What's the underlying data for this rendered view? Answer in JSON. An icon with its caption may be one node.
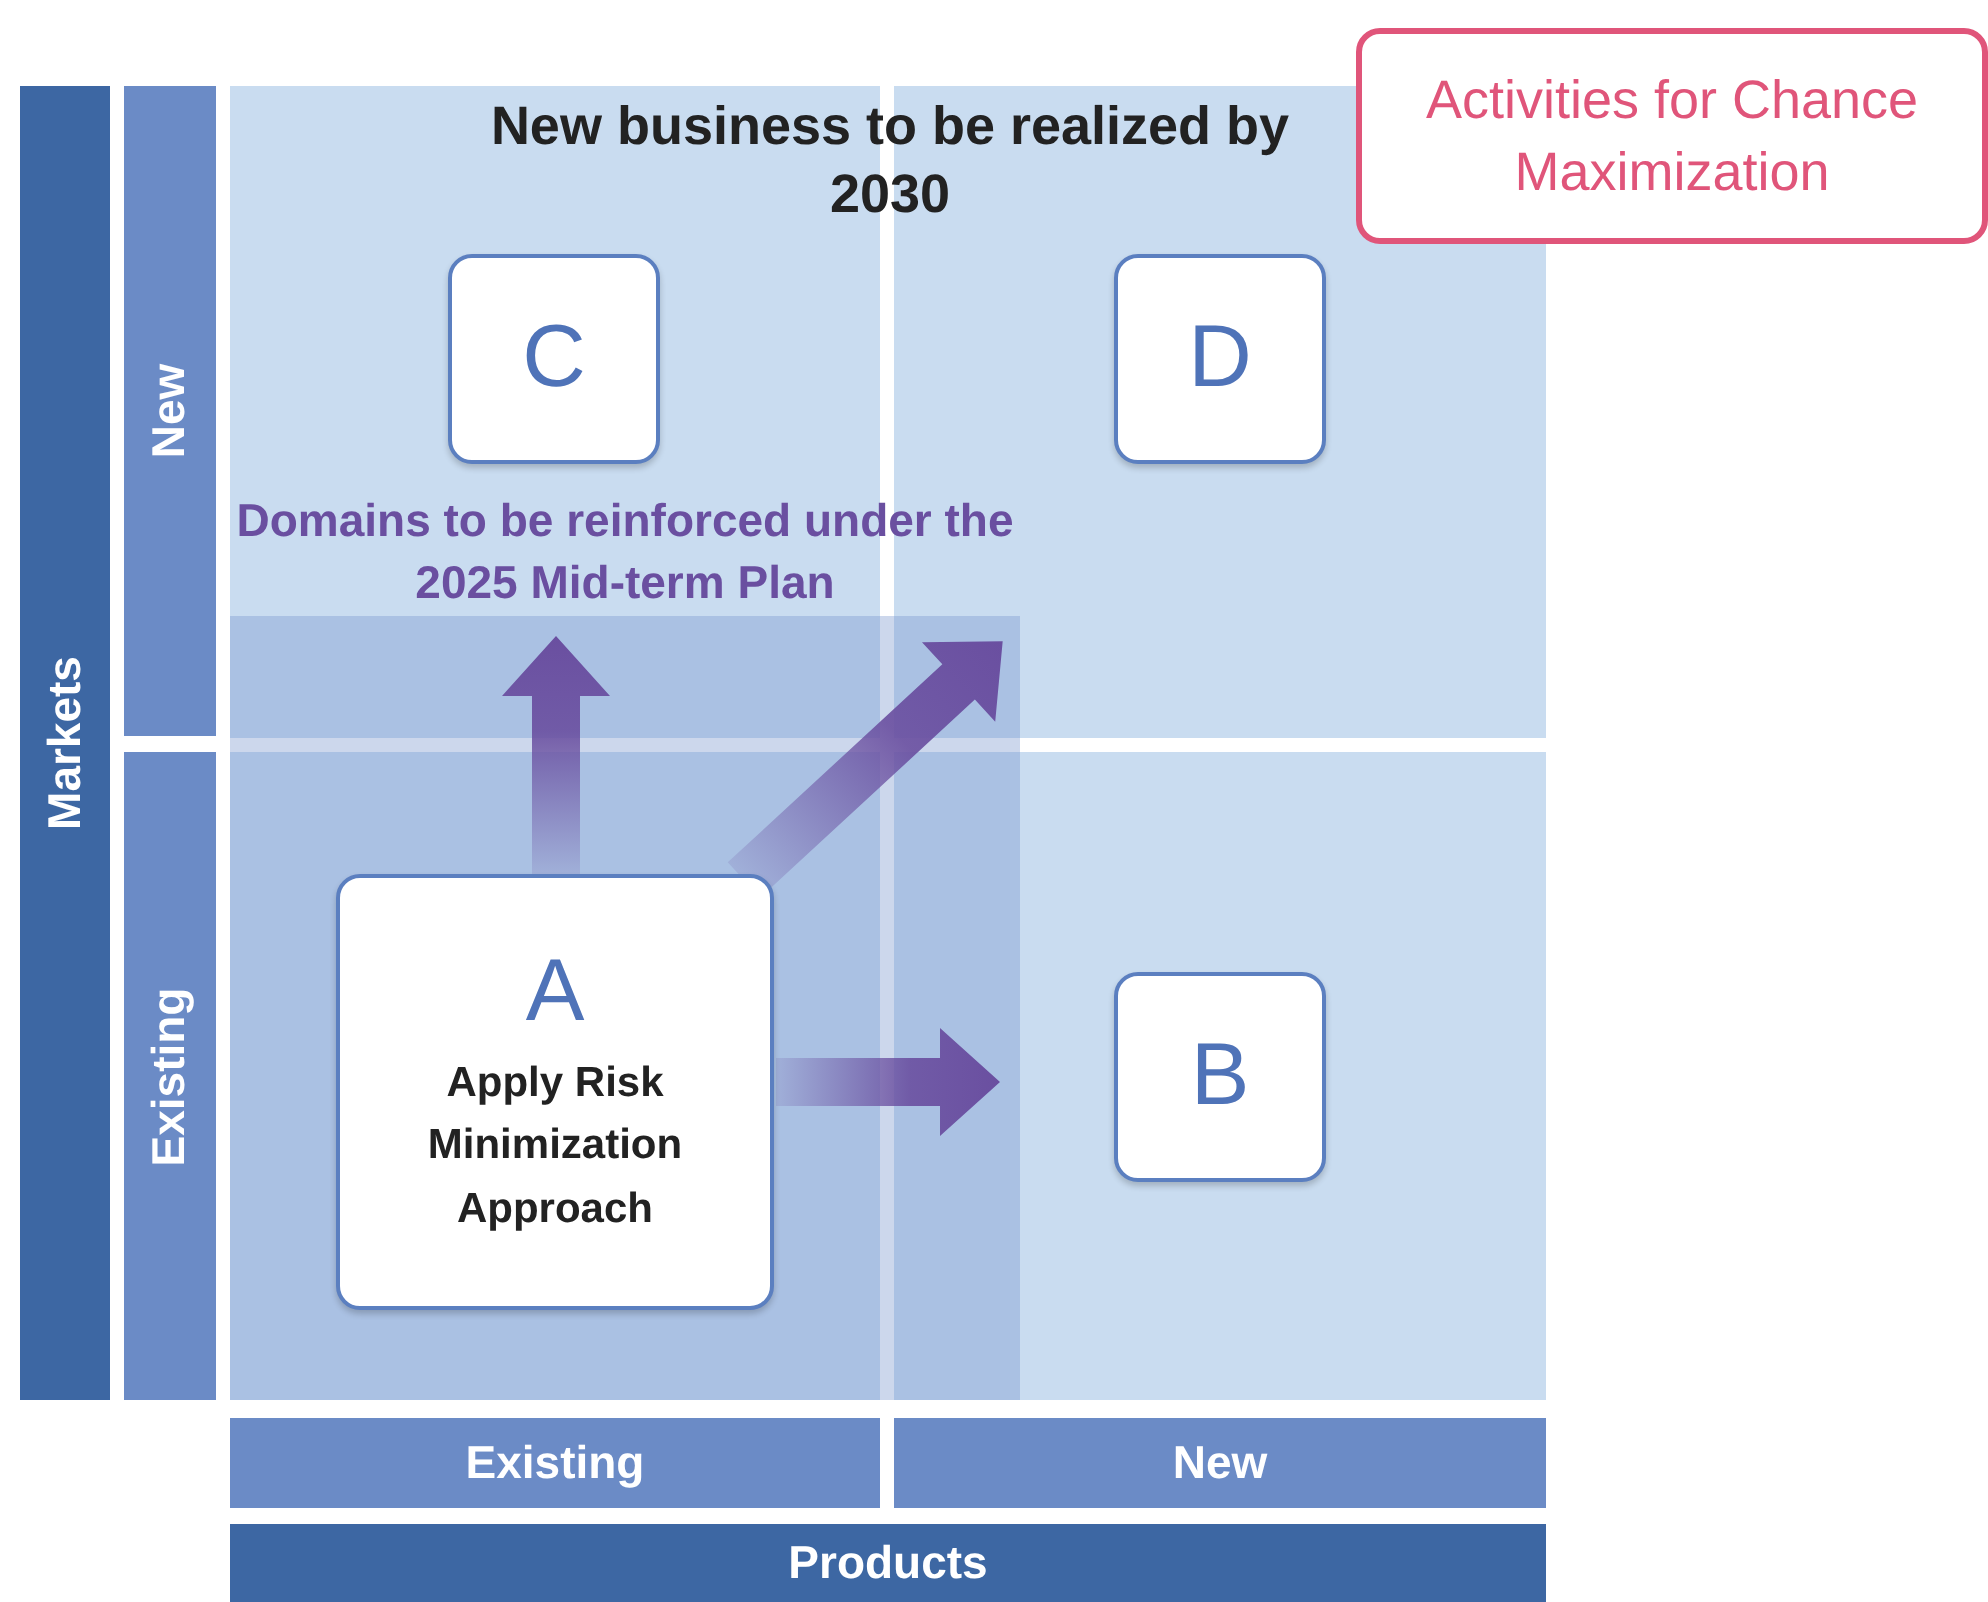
{
  "diagram": {
    "title": "New business to be realized by 2030",
    "nodes": [
      {
        "text": [
          "Markets"
        ]
      },
      {
        "text": [
          "New"
        ]
      },
      {
        "text": [
          "Existing"
        ]
      },
      {
        "text": [
          "Activities for Chance Maximization"
        ]
      },
      {
        "text": [
          "C"
        ]
      },
      {
        "text": [
          "D"
        ]
      },
      {
        "text": [
          "Domains to be reinforced under the 2025 Mid-term Plan"
        ]
      },
      {
        "text": [
          "A",
          "Apply Risk Minimization Approach"
        ],
        "in": 6
      },
      {
        "text": [
          "B"
        ]
      },
      {
        "text": [
          "Existing"
        ]
      },
      {
        "text": [
          "New"
        ]
      },
      {
        "text": [
          "Products"
        ]
      }
    ]
  }
}
